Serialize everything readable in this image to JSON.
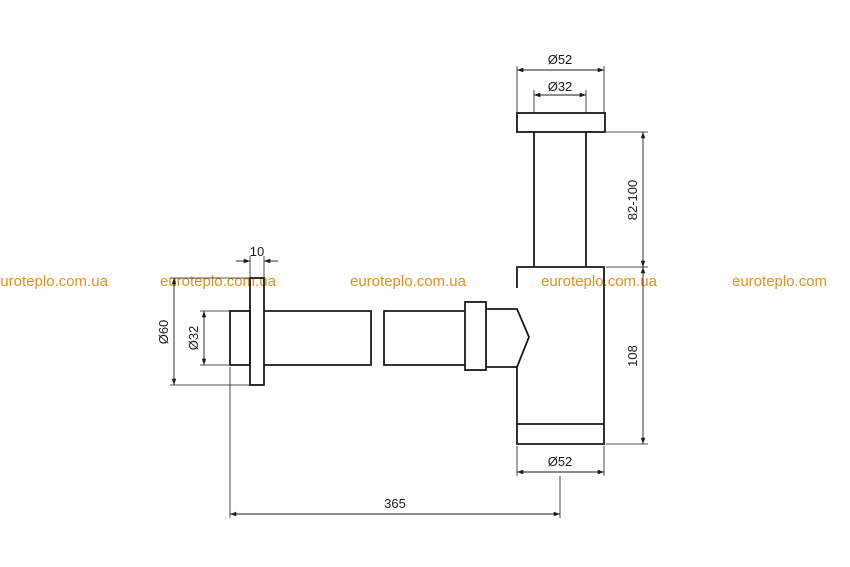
{
  "dimensions": {
    "top_outer_diameter": "Ø52",
    "top_inner_diameter": "Ø32",
    "tube_height_range": "82-100",
    "body_height": "108",
    "bottom_diameter": "Ø52",
    "wall_flange_diameter": "Ø60",
    "wall_pipe_diameter": "Ø32",
    "flange_thickness": "10",
    "total_depth": "365"
  },
  "watermark": {
    "text": "euroteplo.com.ua",
    "text_cut": "euroteplo.com"
  },
  "colors": {
    "line": "#1a1a1a",
    "watermark": "#e0901f",
    "background": "#ffffff"
  }
}
